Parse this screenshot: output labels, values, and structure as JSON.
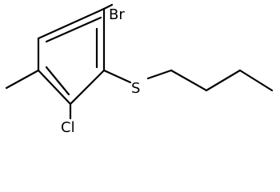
{
  "molecule": {
    "atoms": {
      "bromine": "Br",
      "sulfur": "S",
      "chlorine": "Cl"
    }
  }
}
